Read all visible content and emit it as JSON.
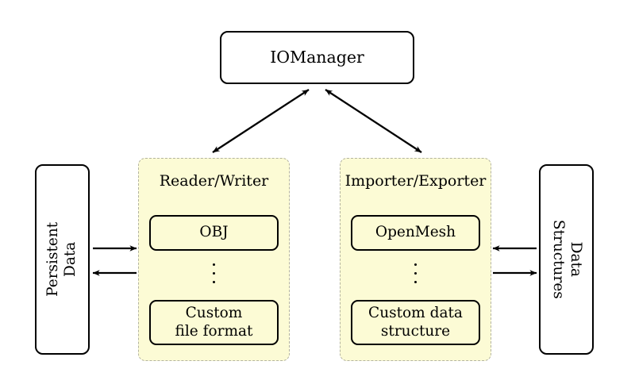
{
  "diagram": {
    "title_node": {
      "label": "IOManager"
    },
    "left_store": {
      "label": "Persistent Data"
    },
    "right_store": {
      "label": "Data Structures"
    },
    "groups": [
      {
        "name": "reader-writer",
        "title": "Reader/Writer",
        "top_item": "OBJ",
        "ellipsis": "⋮",
        "bottom_item": "Custom\nfile format"
      },
      {
        "name": "importer-exporter",
        "title": "Importer/Exporter",
        "top_item": "OpenMesh",
        "ellipsis": "⋮",
        "bottom_item": "Custom data\nstructure"
      }
    ],
    "connections": [
      {
        "name": "iomanager-to-reader-writer",
        "style": "double-headed-diagonal"
      },
      {
        "name": "iomanager-to-importer-exporter",
        "style": "double-headed-diagonal"
      },
      {
        "name": "persistent-data-to-reader-writer",
        "style": "single-headed-right"
      },
      {
        "name": "reader-writer-to-persistent-data",
        "style": "single-headed-left"
      },
      {
        "name": "importer-exporter-to-data-structures",
        "style": "single-headed-right"
      },
      {
        "name": "data-structures-to-importer-exporter",
        "style": "single-headed-left"
      }
    ],
    "colors": {
      "panel_fill": "#fcfbd5",
      "panel_border": "#b3b3a0",
      "node_border": "#000000",
      "background": "#ffffff"
    }
  }
}
